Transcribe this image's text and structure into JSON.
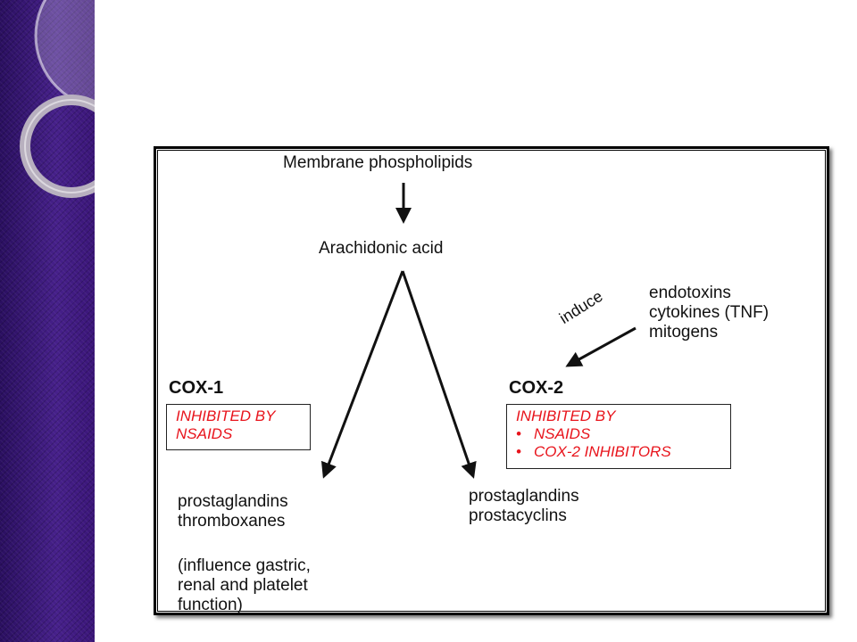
{
  "diagram": {
    "source": "Membrane phospholipids",
    "intermediate": "Arachidonic acid",
    "inducers": [
      "endotoxins",
      "cytokines (TNF)",
      "mitogens"
    ],
    "induce_label": "induce",
    "cox1": {
      "title": "COX-1",
      "inhibited_by": [
        "INHIBITED BY",
        "NSAIDS"
      ],
      "products": [
        "prostaglandins",
        "thromboxanes"
      ],
      "note": [
        "(influence gastric,",
        "renal and platelet",
        "function)"
      ]
    },
    "cox2": {
      "title": "COX-2",
      "inhibited_by_title": "INHIBITED BY",
      "inhibited_by_items": [
        "NSAIDS",
        "COX-2 INHIBITORS"
      ],
      "bullet": "•",
      "products": [
        "prostaglandins",
        "prostacyclins"
      ]
    }
  },
  "colors": {
    "side_band": "#3a1578",
    "inhibitor_text": "#e8141c"
  }
}
